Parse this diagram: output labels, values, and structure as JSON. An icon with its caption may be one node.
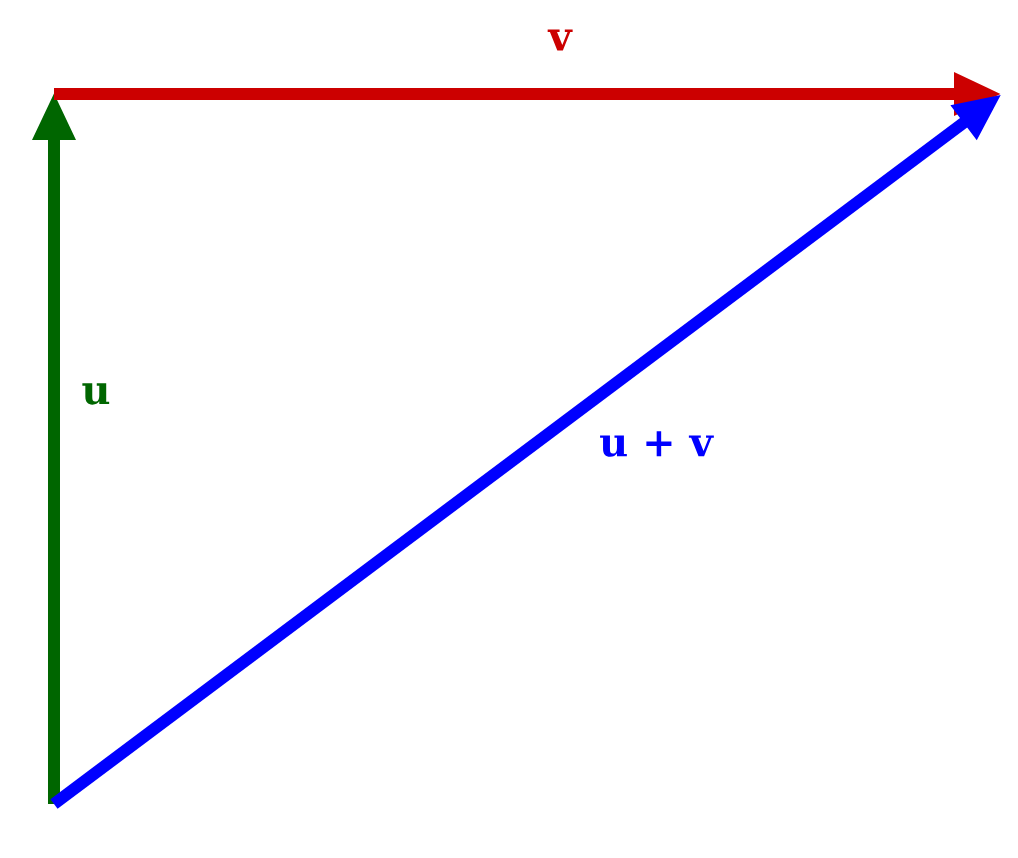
{
  "diagram": {
    "labels": [
      "v",
      "u",
      "u + v"
    ]
  }
}
